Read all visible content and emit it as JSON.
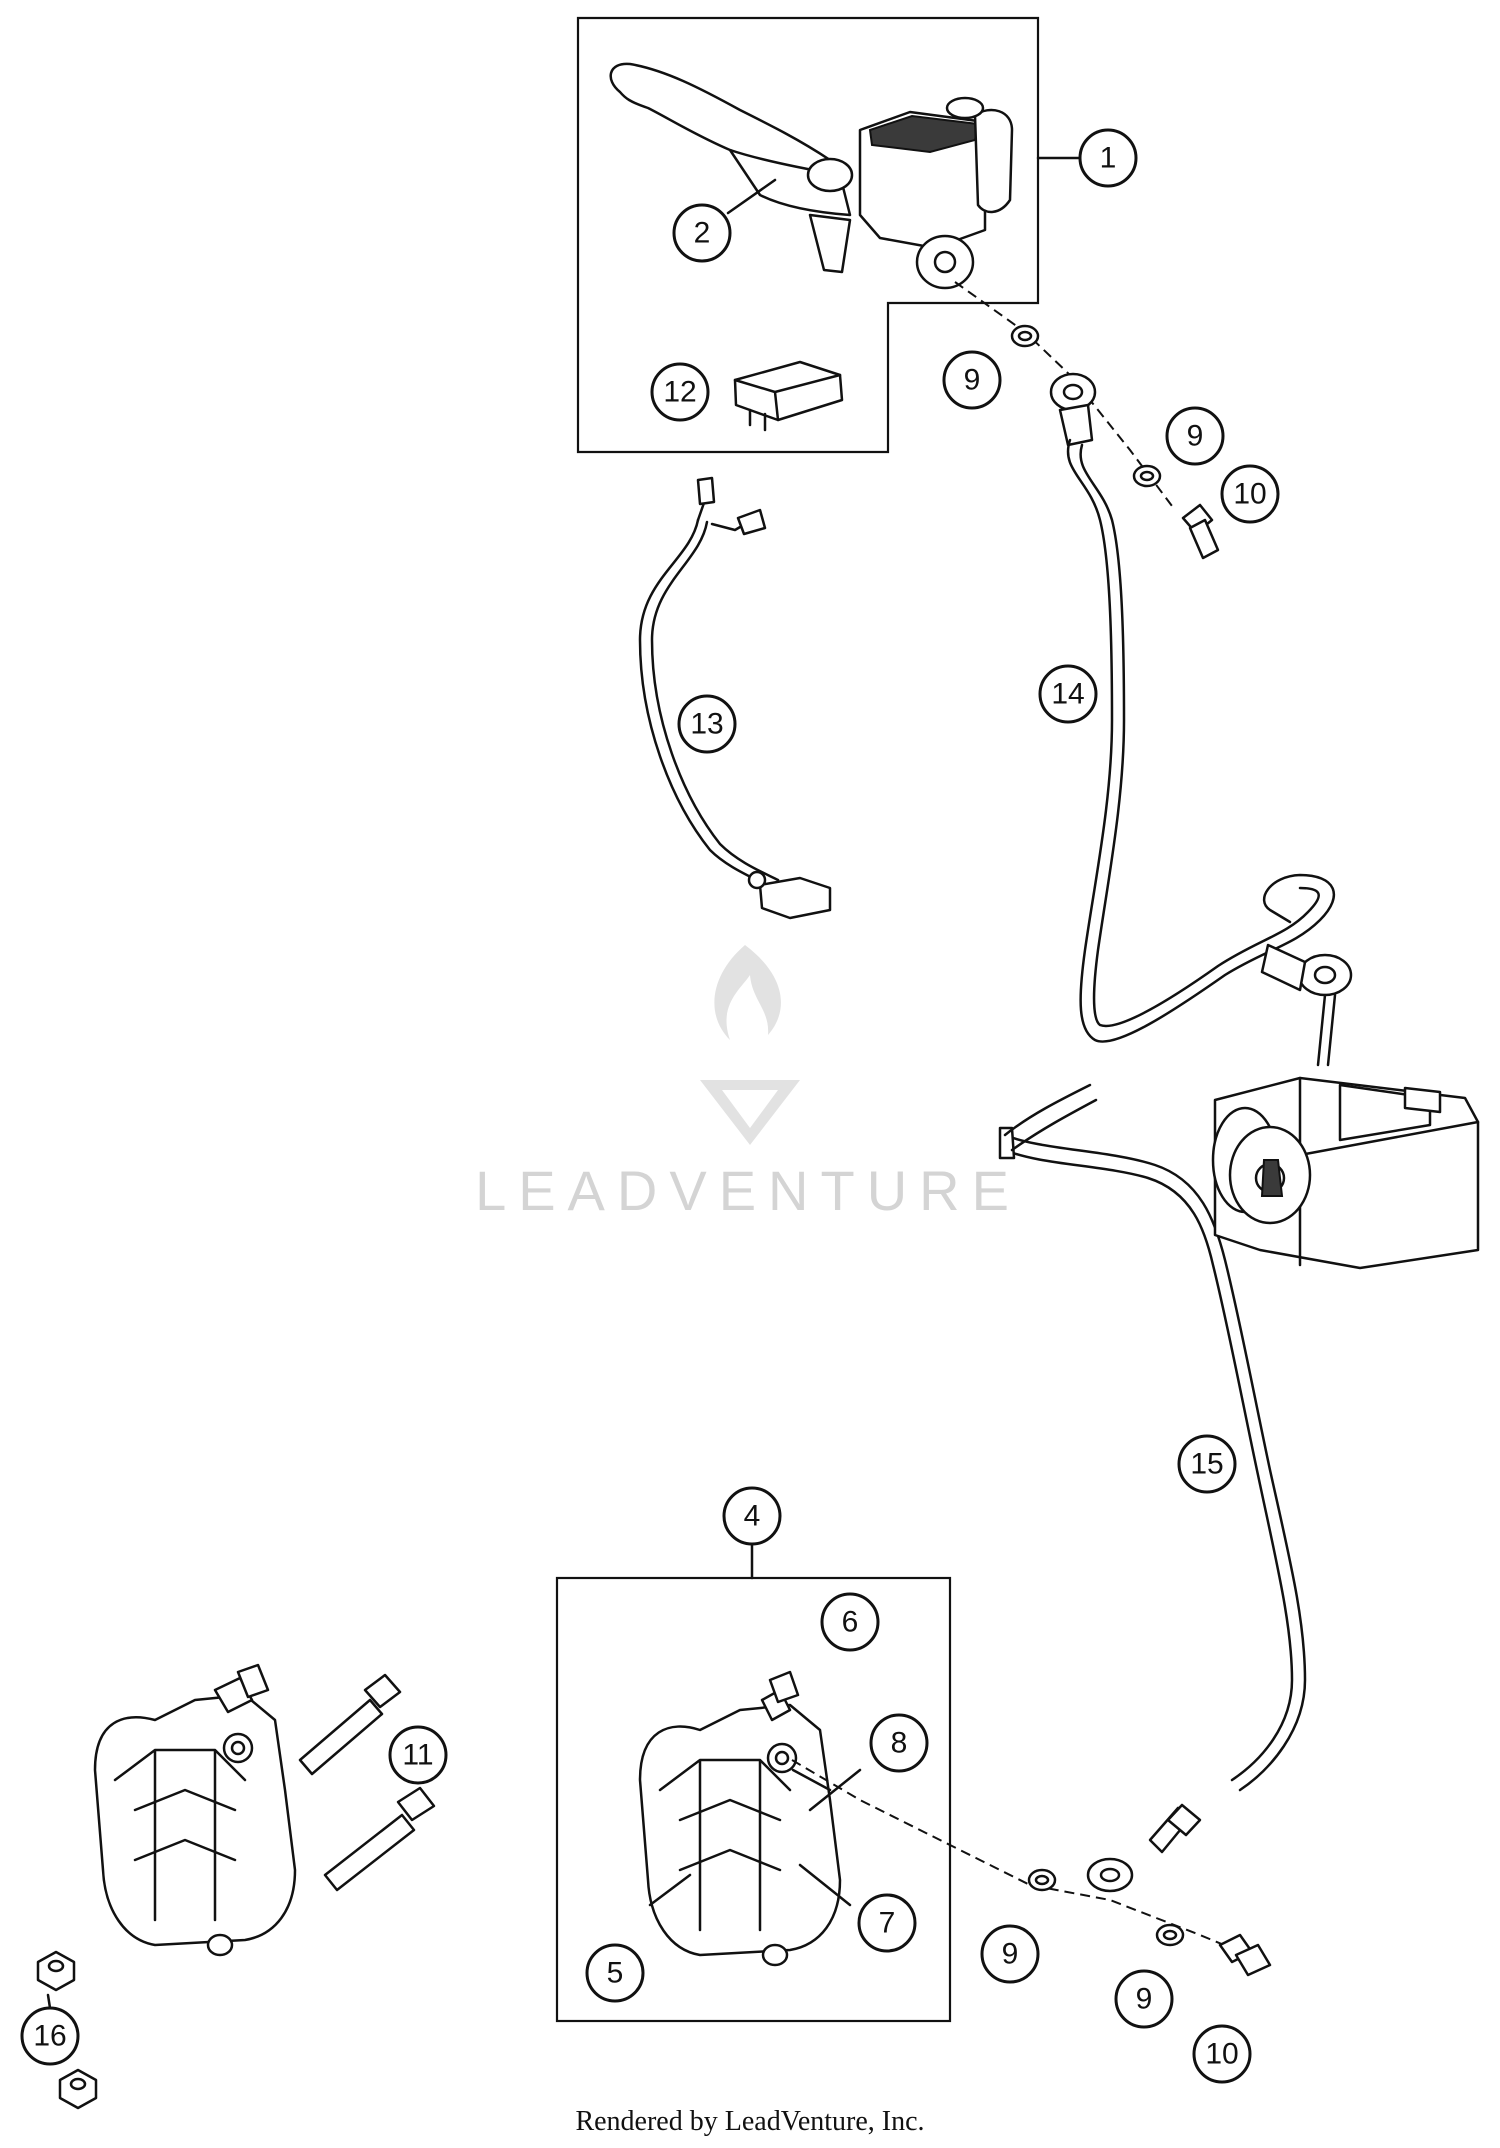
{
  "watermark": {
    "text": "LEADVENTURE"
  },
  "footer": {
    "text": "Rendered by LeadVenture, Inc."
  },
  "callouts": {
    "c1": "1",
    "c2": "2",
    "c4": "4",
    "c5": "5",
    "c6": "6",
    "c7": "7",
    "c8": "8",
    "c9a": "9",
    "c9b": "9",
    "c9c": "9",
    "c9d": "9",
    "c10a": "10",
    "c10b": "10",
    "c11": "11",
    "c12": "12",
    "c13": "13",
    "c14": "14",
    "c15": "15",
    "c16": "16"
  }
}
